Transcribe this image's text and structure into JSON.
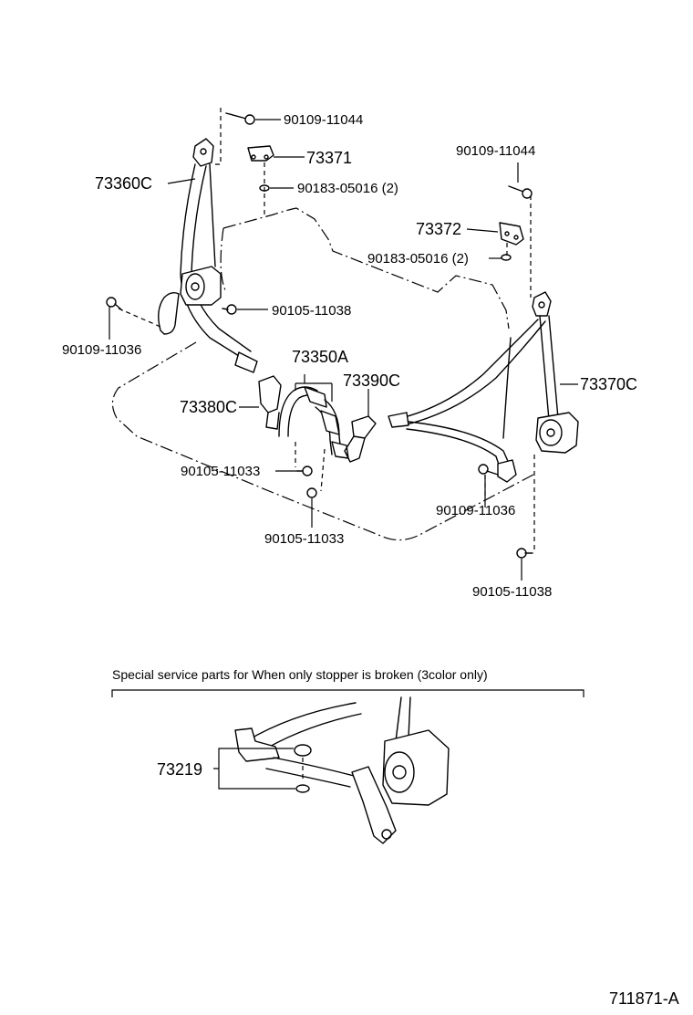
{
  "diagram_id": "711871-A",
  "labels": {
    "bolt_top_left": "90109-11044",
    "cover_left": "73371",
    "washer_left": "90183-05016 (2)",
    "belt_left": "73360C",
    "bolt_right_top": "90109-11044",
    "cover_right": "73372",
    "washer_right": "90183-05016 (2)",
    "bolt_left_retractor": "90105-11038",
    "bolt_left_anchor": "90109-11036",
    "buckle_center": "73350A",
    "buckle_right": "73390C",
    "buckle_left": "73380C",
    "bolt_center_a": "90105-11033",
    "bolt_center_b": "90105-11033",
    "belt_right": "73370C",
    "bolt_right_anchor": "90109-11036",
    "bolt_right_retractor": "90105-11038",
    "stopper_part": "73219"
  },
  "service_note": "Special  service  parts  for  When  only  stopper  is  broken  (3color  only)"
}
